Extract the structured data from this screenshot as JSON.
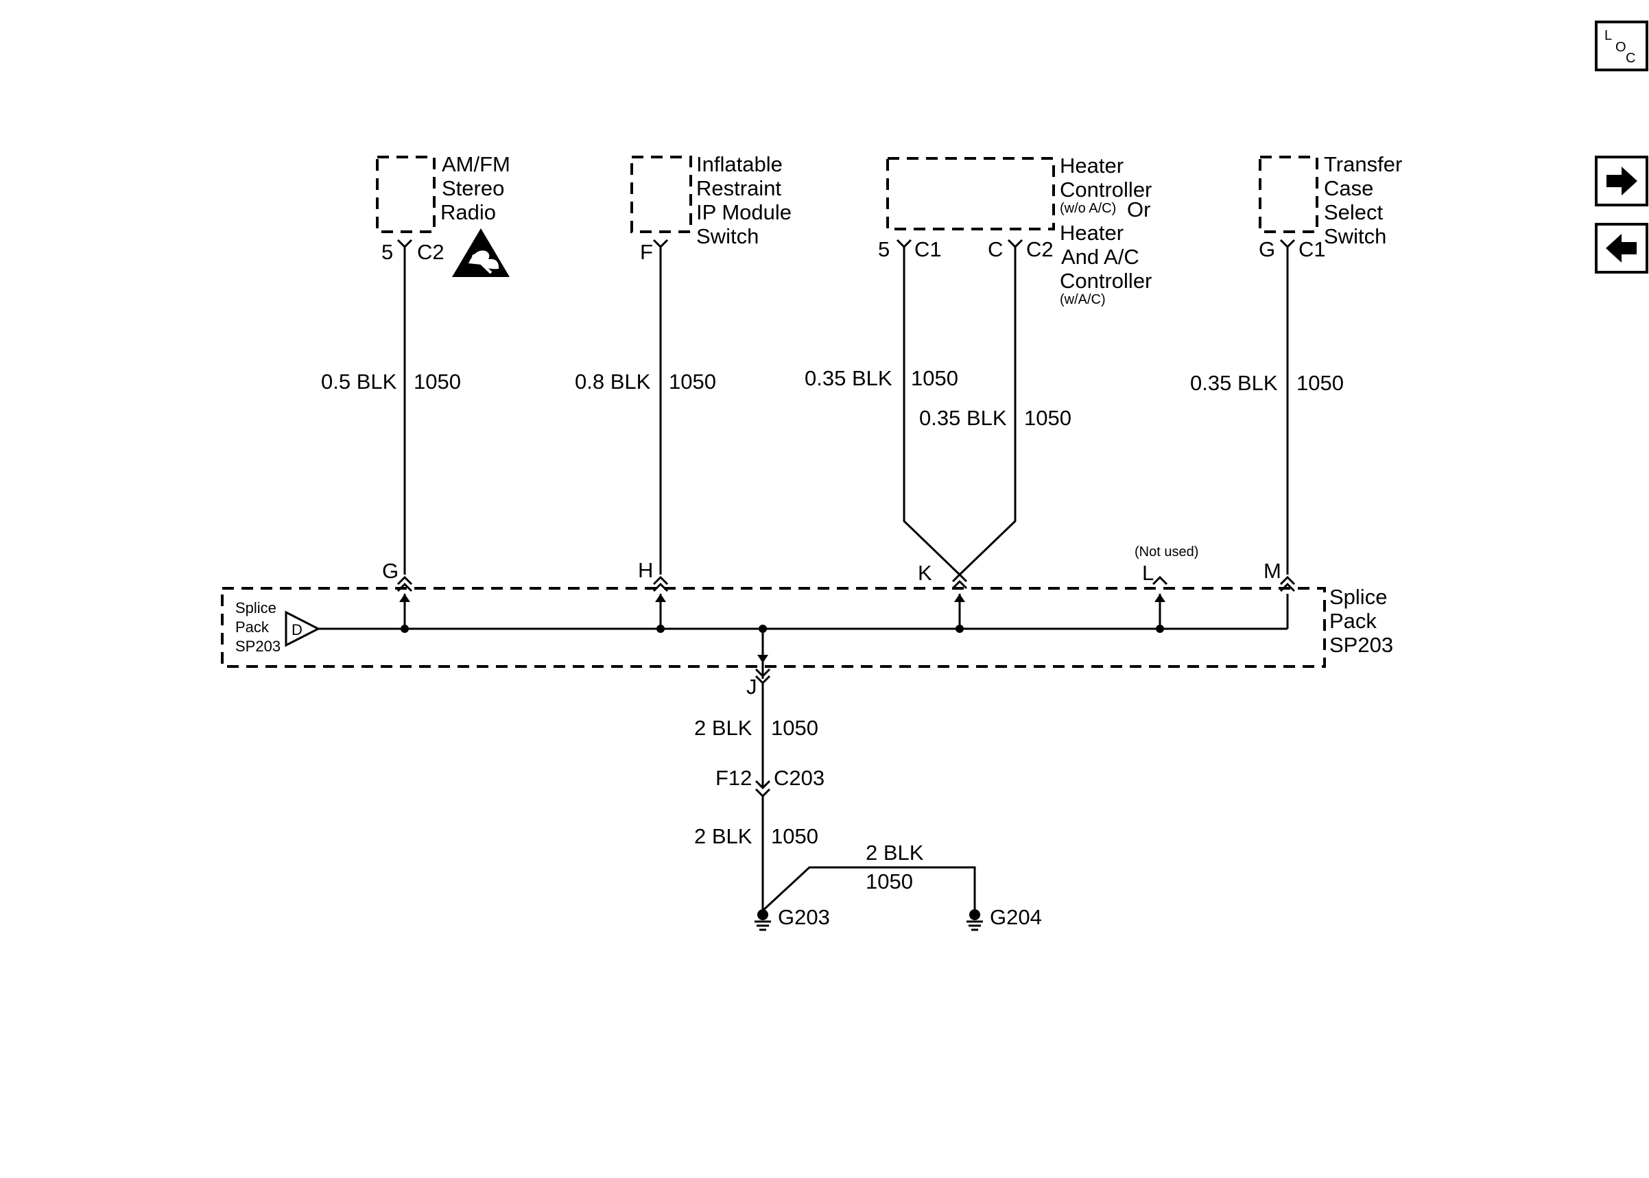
{
  "nav": {
    "loc": {
      "l": "L",
      "o": "O",
      "c": "C"
    },
    "next_icon": "arrow-right-icon",
    "prev_icon": "arrow-left-icon"
  },
  "components": {
    "radio": {
      "lines": [
        "AM/FM",
        "Stereo",
        "Radio"
      ],
      "pin": "5",
      "connector": "C2",
      "esd_icon": "esd-sensitive-icon"
    },
    "airbag_switch": {
      "lines": [
        "Inflatable",
        "Restraint",
        "IP Module",
        "Switch"
      ],
      "pin": "F"
    },
    "heater": {
      "line1": "Heater",
      "line2": "Controller",
      "note_wo_ac": "(w/o A/C)",
      "or": "Or",
      "line3": "Heater",
      "line4": "And A/C",
      "line5": "Controller",
      "note_w_ac": "(w/A/C)",
      "pin1": "5",
      "conn1": "C1",
      "pin2": "C",
      "conn2": "C2"
    },
    "transfer_case": {
      "lines": [
        "Transfer",
        "Case",
        "Select",
        "Switch"
      ],
      "pin": "G",
      "connector": "C1"
    }
  },
  "wires": {
    "radio": {
      "gauge": "0.5 BLK",
      "circuit": "1050"
    },
    "airbag": {
      "gauge": "0.8 BLK",
      "circuit": "1050"
    },
    "heater1": {
      "gauge": "0.35 BLK",
      "circuit": "1050"
    },
    "heater2": {
      "gauge": "0.35 BLK",
      "circuit": "1050"
    },
    "transfer": {
      "gauge": "0.35 BLK",
      "circuit": "1050"
    },
    "main1": {
      "gauge": "2 BLK",
      "circuit": "1050"
    },
    "main2": {
      "gauge": "2 BLK",
      "circuit": "1050"
    },
    "jumper": {
      "gauge": "2 BLK",
      "circuit": "1050"
    }
  },
  "splice_pack": {
    "left_lines": [
      "Splice",
      "Pack",
      "SP203"
    ],
    "right_lines": [
      "Splice",
      "Pack",
      "SP203"
    ],
    "triangle_label": "D",
    "pins": {
      "g": "G",
      "h": "H",
      "k": "K",
      "l": "L",
      "m": "M",
      "j": "J"
    },
    "not_used": "(Not used)"
  },
  "inline_connector": {
    "pin": "F12",
    "connector": "C203"
  },
  "grounds": {
    "g203": "G203",
    "g204": "G204"
  }
}
